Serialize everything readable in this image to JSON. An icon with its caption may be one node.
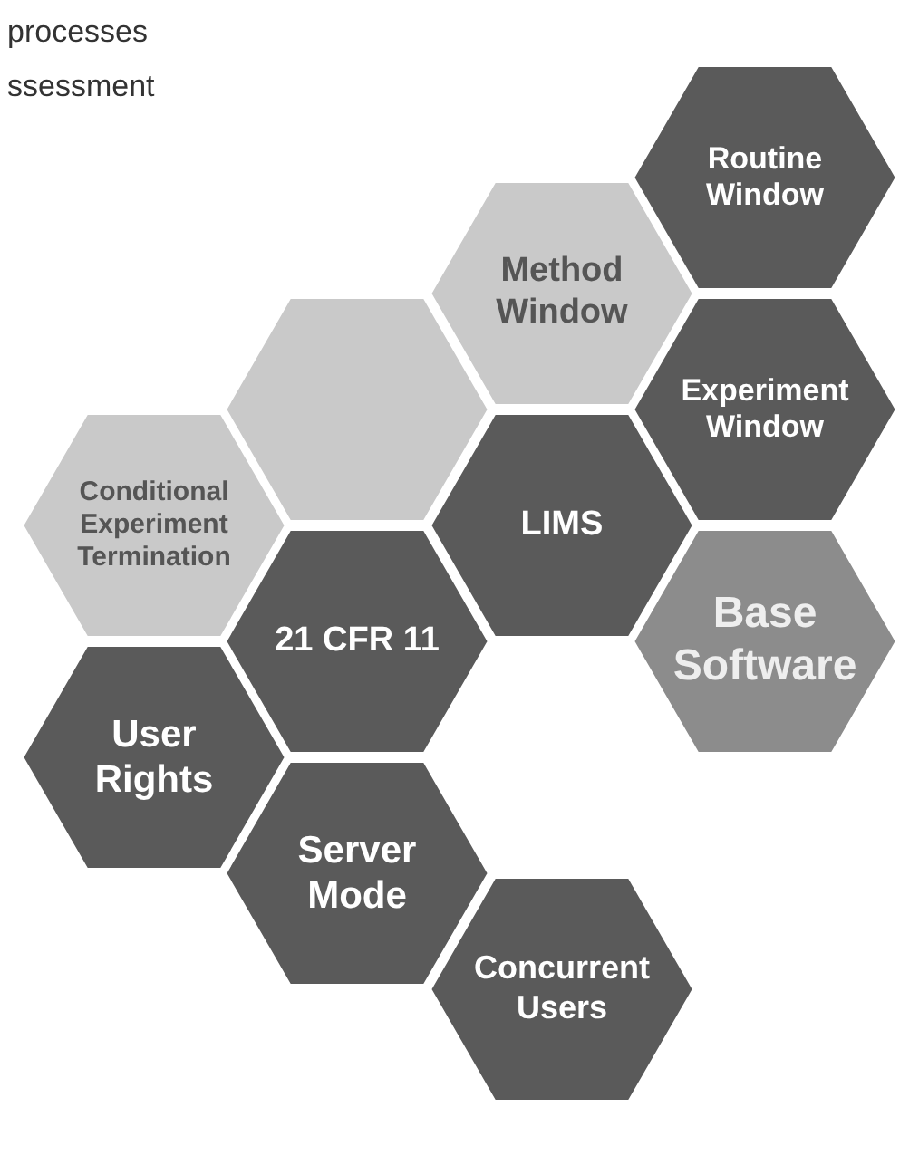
{
  "diagram": {
    "nodes": [
      {
        "text": [
          "Routine Window"
        ]
      },
      {
        "text": [
          "Method Window"
        ]
      },
      {
        "text": [
          "Experiment Window"
        ]
      },
      {
        "text": [],
        "shape": "hexagon"
      },
      {
        "text": [
          "LIMS"
        ]
      },
      {
        "text": [
          "Conditional Experiment Termination"
        ]
      },
      {
        "text": [
          "21 CFR 11"
        ]
      },
      {
        "text": [
          "Base Software"
        ]
      },
      {
        "text": [
          "User Rights"
        ]
      },
      {
        "text": [
          "Server Mode"
        ]
      },
      {
        "text": [
          "Concurrent Users"
        ]
      }
    ],
    "labels": [
      "processes",
      "ssessment"
    ]
  }
}
